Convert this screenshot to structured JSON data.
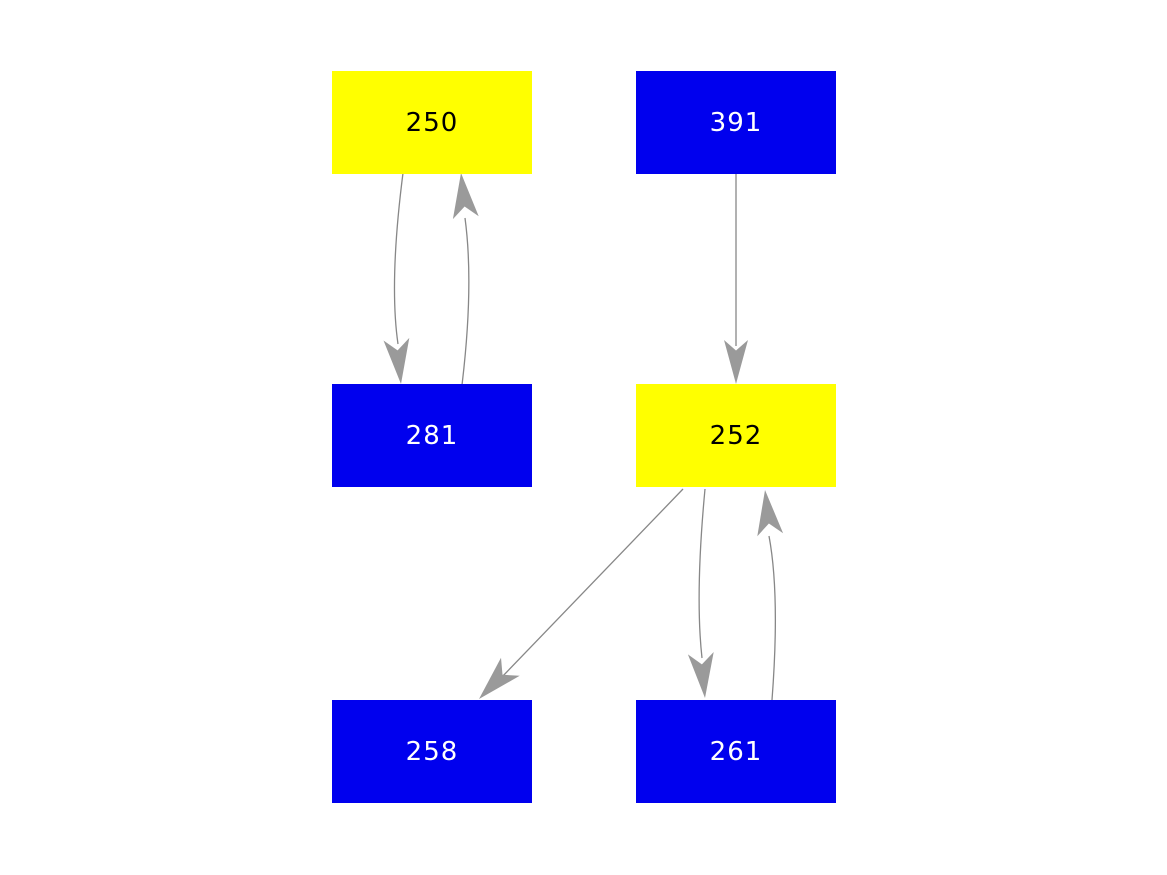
{
  "graph": {
    "background": "#ffffff",
    "nodes": [
      {
        "id": "250",
        "label": "250",
        "fill": "#ffff00",
        "text_color": "#000000",
        "row": 1,
        "col": 1
      },
      {
        "id": "391",
        "label": "391",
        "fill": "#0000ee",
        "text_color": "#ffffff",
        "row": 1,
        "col": 2
      },
      {
        "id": "281",
        "label": "281",
        "fill": "#0000ee",
        "text_color": "#ffffff",
        "row": 2,
        "col": 1
      },
      {
        "id": "252",
        "label": "252",
        "fill": "#ffff00",
        "text_color": "#000000",
        "row": 2,
        "col": 2
      },
      {
        "id": "258",
        "label": "258",
        "fill": "#0000ee",
        "text_color": "#ffffff",
        "row": 3,
        "col": 1
      },
      {
        "id": "261",
        "label": "261",
        "fill": "#0000ee",
        "text_color": "#ffffff",
        "row": 3,
        "col": 2
      }
    ],
    "edges": [
      {
        "from": "250",
        "to": "281"
      },
      {
        "from": "281",
        "to": "250"
      },
      {
        "from": "391",
        "to": "252"
      },
      {
        "from": "252",
        "to": "258"
      },
      {
        "from": "252",
        "to": "261"
      },
      {
        "from": "261",
        "to": "252"
      }
    ]
  },
  "colors": {
    "edge_line": "#878787",
    "arrowhead": "#9a9a9a"
  }
}
